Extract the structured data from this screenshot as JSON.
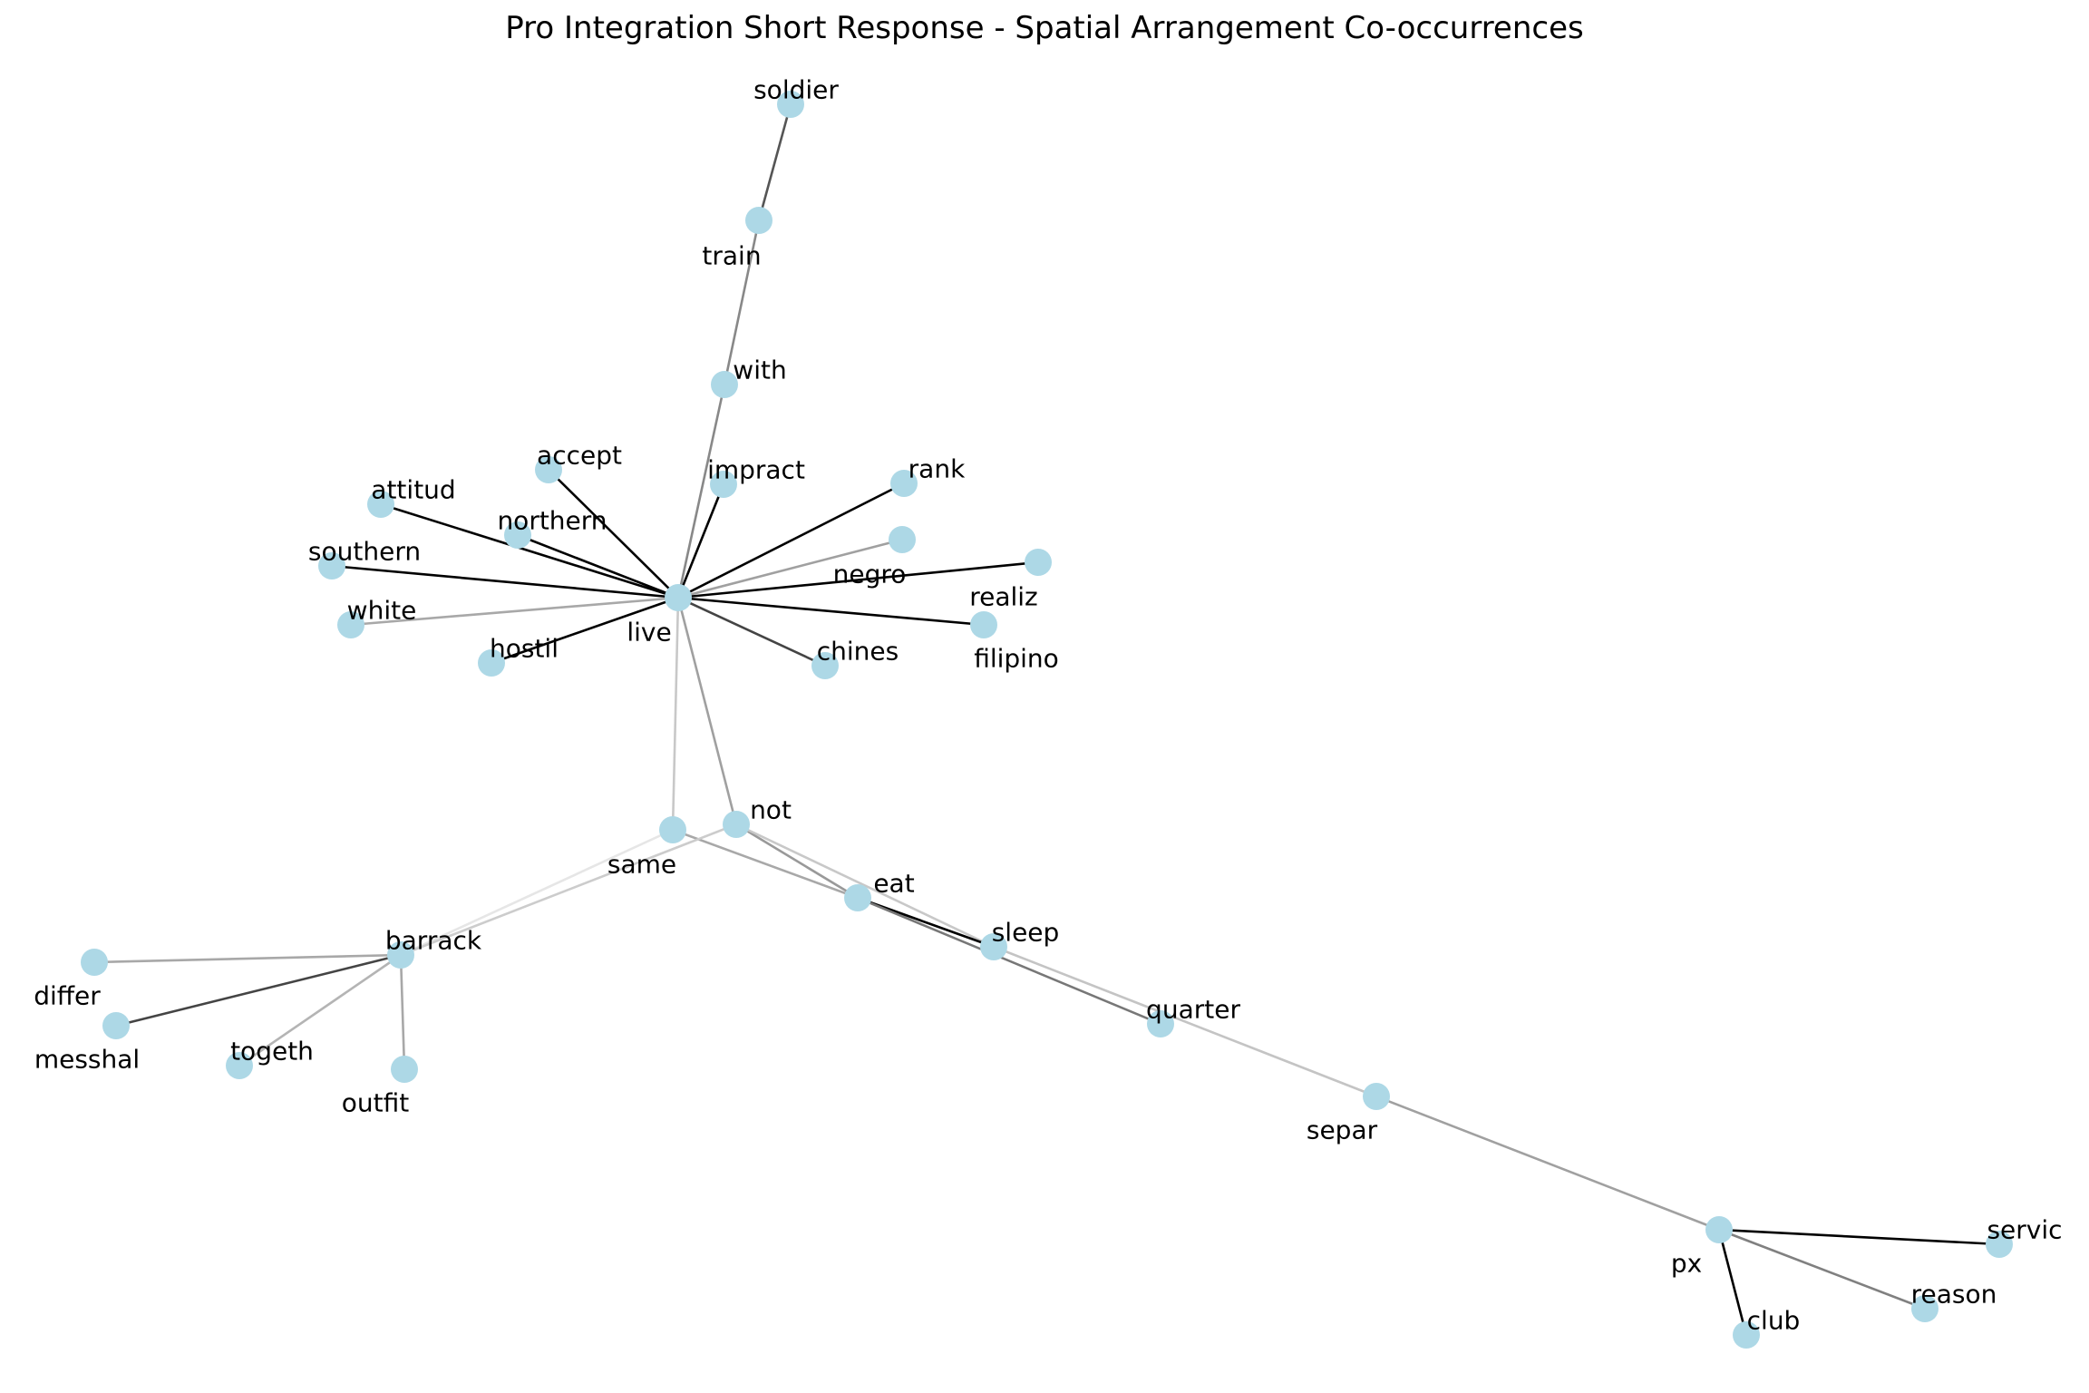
{
  "title": "Pro Integration Short Response - Spatial Arrangement Co-occurrences",
  "colors": {
    "node": "#add8e6",
    "label": "#000000",
    "background": "#ffffff"
  },
  "nodes": [
    {
      "id": "soldier",
      "label": "soldier"
    },
    {
      "id": "train",
      "label": "train"
    },
    {
      "id": "with",
      "label": "with"
    },
    {
      "id": "accept",
      "label": "accept"
    },
    {
      "id": "impract",
      "label": "impract"
    },
    {
      "id": "rank",
      "label": "rank"
    },
    {
      "id": "attitud",
      "label": "attitud"
    },
    {
      "id": "northern",
      "label": "northern"
    },
    {
      "id": "southern",
      "label": "southern"
    },
    {
      "id": "negro",
      "label": "negro"
    },
    {
      "id": "realiz",
      "label": "realiz"
    },
    {
      "id": "white",
      "label": "white"
    },
    {
      "id": "live",
      "label": "live"
    },
    {
      "id": "hostil",
      "label": "hostil"
    },
    {
      "id": "filipino",
      "label": "filipino"
    },
    {
      "id": "chines",
      "label": "chines"
    },
    {
      "id": "same",
      "label": "same"
    },
    {
      "id": "not",
      "label": "not"
    },
    {
      "id": "eat",
      "label": "eat"
    },
    {
      "id": "barrack",
      "label": "barrack"
    },
    {
      "id": "sleep",
      "label": "sleep"
    },
    {
      "id": "differ",
      "label": "differ"
    },
    {
      "id": "messhal",
      "label": "messhal"
    },
    {
      "id": "togeth",
      "label": "togeth"
    },
    {
      "id": "outfit",
      "label": "outfit"
    },
    {
      "id": "quarter",
      "label": "quarter"
    },
    {
      "id": "separ",
      "label": "separ"
    },
    {
      "id": "px",
      "label": "px"
    },
    {
      "id": "servic",
      "label": "servic"
    },
    {
      "id": "reason",
      "label": "reason"
    },
    {
      "id": "club",
      "label": "club"
    }
  ],
  "edges": [
    {
      "source": "soldier",
      "target": "train",
      "color": "#555555"
    },
    {
      "source": "train",
      "target": "with",
      "color": "#888888"
    },
    {
      "source": "with",
      "target": "live",
      "color": "#888888"
    },
    {
      "source": "accept",
      "target": "live",
      "color": "#000000"
    },
    {
      "source": "impract",
      "target": "live",
      "color": "#000000"
    },
    {
      "source": "rank",
      "target": "live",
      "color": "#000000"
    },
    {
      "source": "attitud",
      "target": "live",
      "color": "#000000"
    },
    {
      "source": "northern",
      "target": "live",
      "color": "#000000"
    },
    {
      "source": "southern",
      "target": "live",
      "color": "#000000"
    },
    {
      "source": "negro",
      "target": "live",
      "color": "#a0a0a0"
    },
    {
      "source": "realiz",
      "target": "live",
      "color": "#000000"
    },
    {
      "source": "white",
      "target": "live",
      "color": "#a8a8a8"
    },
    {
      "source": "hostil",
      "target": "live",
      "color": "#000000"
    },
    {
      "source": "filipino",
      "target": "live",
      "color": "#000000"
    },
    {
      "source": "chines",
      "target": "live",
      "color": "#444444"
    },
    {
      "source": "live",
      "target": "same",
      "color": "#c8c8c8"
    },
    {
      "source": "live",
      "target": "not",
      "color": "#a0a0a0"
    },
    {
      "source": "same",
      "target": "eat",
      "color": "#a8a8a8"
    },
    {
      "source": "same",
      "target": "barrack",
      "color": "#e6e6e6"
    },
    {
      "source": "not",
      "target": "barrack",
      "color": "#cccccc"
    },
    {
      "source": "not",
      "target": "eat",
      "color": "#999999"
    },
    {
      "source": "not",
      "target": "sleep",
      "color": "#c8c8c8"
    },
    {
      "source": "eat",
      "target": "sleep",
      "color": "#000000"
    },
    {
      "source": "eat",
      "target": "quarter",
      "color": "#777777"
    },
    {
      "source": "barrack",
      "target": "differ",
      "color": "#a8a8a8"
    },
    {
      "source": "barrack",
      "target": "messhal",
      "color": "#444444"
    },
    {
      "source": "barrack",
      "target": "togeth",
      "color": "#b4b4b4"
    },
    {
      "source": "barrack",
      "target": "outfit",
      "color": "#a8a8a8"
    },
    {
      "source": "sleep",
      "target": "separ",
      "color": "#c4c4c4"
    },
    {
      "source": "separ",
      "target": "px",
      "color": "#a0a0a0"
    },
    {
      "source": "px",
      "target": "servic",
      "color": "#000000"
    },
    {
      "source": "px",
      "target": "reason",
      "color": "#808080"
    },
    {
      "source": "px",
      "target": "club",
      "color": "#000000"
    }
  ]
}
